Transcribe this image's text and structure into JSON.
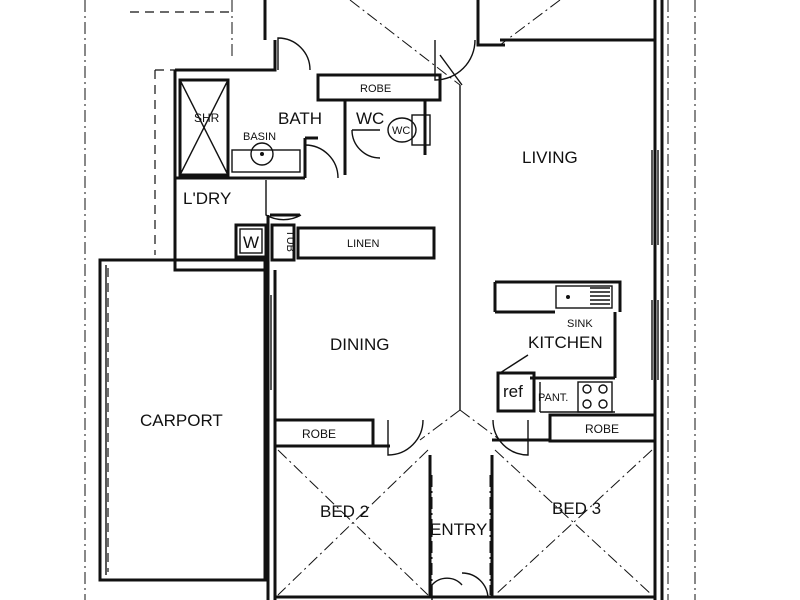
{
  "rooms": {
    "shr": "SHR",
    "bath": "BATH",
    "basin": "BASIN",
    "robe_top": "ROBE",
    "wc": "WC",
    "wc_pan": "WC",
    "living": "LIVING",
    "ldry": "L'DRY",
    "washer": "W",
    "tub": "TUB",
    "linen": "LINEN",
    "dining": "DINING",
    "sink": "SINK",
    "kitchen": "KITCHEN",
    "ref": "ref",
    "pant": "PANT.",
    "carport": "CARPORT",
    "robe_bed2": "ROBE",
    "robe_bed3": "ROBE",
    "bed2": "BED 2",
    "entry": "ENTRY",
    "bed3": "BED 3"
  }
}
